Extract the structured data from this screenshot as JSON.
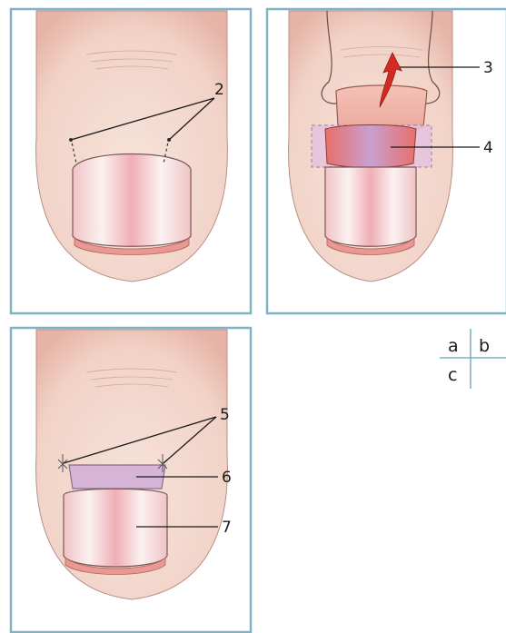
{
  "panels": [
    {
      "id": "a",
      "callouts": [
        "2"
      ]
    },
    {
      "id": "b",
      "callouts": [
        "3",
        "4"
      ]
    },
    {
      "id": "c",
      "callouts": [
        "5",
        "6",
        "7"
      ]
    }
  ],
  "panel_key": {
    "top_left": "a",
    "top_right": "b",
    "bottom_left": "c"
  },
  "colors": {
    "frame": "#7fb2c4",
    "skin": "#f3d8cc",
    "skin_shadow": "#e4b1a3",
    "nail": "#f6e6e4",
    "nail_pink": "#efb8bd",
    "graft": "#d8b3d6",
    "flap": "#ec9a90",
    "arrow": "#d42a22",
    "key_line": "#7fb2c4"
  }
}
